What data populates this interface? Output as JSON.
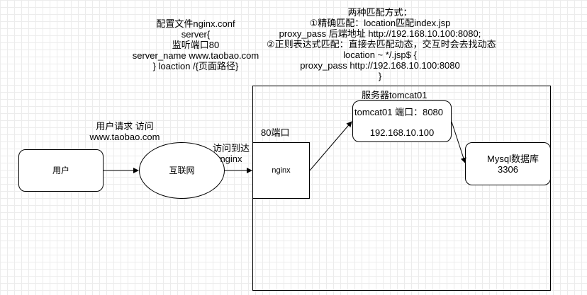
{
  "config_note": {
    "line1": "配置文件nginx.conf",
    "line2": "server{",
    "line3": "监听端口80",
    "line4": "server_name www.taobao.com",
    "line5": "} loaction /{页面路径}"
  },
  "match_note": {
    "line1": "两种匹配方式：",
    "line2": "①精确匹配：location匹配index.jsp",
    "line3": "proxy_pass 后端地址 http://192.168.10.100:8080;",
    "line4": "②正则表达式匹配：直接去匹配动态，交互时会去找动态",
    "line5": "location ~ */.jsp$ {",
    "line6": "proxy_pass  http://192.168.10.100:8080",
    "line7": "}"
  },
  "server_label": "服务器tomcat01",
  "user_request": {
    "line1": "用户请求 访问",
    "line2": "www.taobao.com"
  },
  "user_box": "用户",
  "internet": "互联网",
  "reach_label": {
    "line1": "访问到达",
    "line2": "nginx"
  },
  "port_label": "80端口",
  "nginx_box": "nginx",
  "tomcat": {
    "line1": "tomcat01 端口：8080",
    "line2": "192.168.10.100"
  },
  "mysql": {
    "line1": "Mysql数据库",
    "line2": "3306"
  }
}
